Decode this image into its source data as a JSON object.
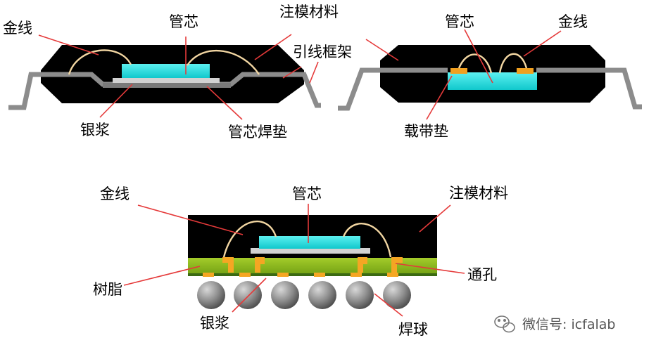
{
  "diagram1": {
    "labels": {
      "gold_wire": "金线",
      "die": "管芯",
      "molding": "注模材料",
      "silver_paste": "银浆",
      "die_pad": "管芯焊垫"
    }
  },
  "shared_labels": {
    "lead_frame": "引线框架"
  },
  "diagram2": {
    "labels": {
      "die": "管芯",
      "gold_wire": "金线",
      "tape_pad": "载带垫"
    }
  },
  "diagram3": {
    "labels": {
      "gold_wire": "金线",
      "die": "管芯",
      "molding": "注模材料",
      "resin": "树脂",
      "via": "通孔",
      "silver_paste": "银浆",
      "solder_ball": "焊球"
    }
  },
  "watermark": {
    "text": "微信号: icfalab",
    "icon": "wechat-icon"
  },
  "colors": {
    "molding": "#000000",
    "die": "#19d9d9",
    "lead_frame": "#8c8c8c",
    "gold_wire": "#f2d6a2",
    "leader_line": "#e53a3a",
    "resin": "#8fbf1f",
    "via": "#f5a623",
    "solder_ball": "#8a8a8a"
  }
}
